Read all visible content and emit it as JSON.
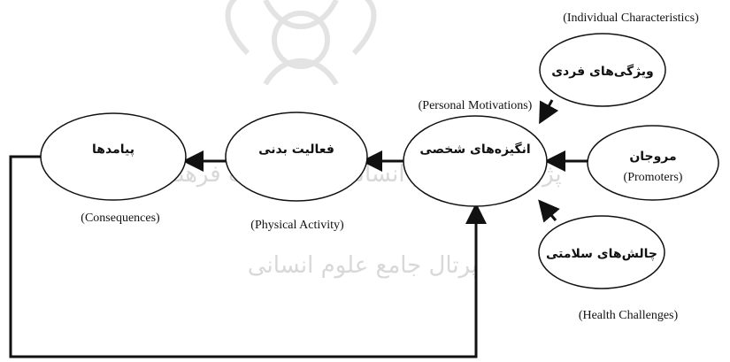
{
  "watermark": {
    "line1": "پژوهشگاه علوم انسانی و مطالعات فرهنگی",
    "line2": "پرتال جامع علوم انسانی"
  },
  "nodes": {
    "individual_characteristics": {
      "fa": "ویژگی‌های فردی",
      "en": "(Individual Characteristics)"
    },
    "personal_motivations": {
      "fa": "انگیزه‌های شخصی",
      "en": "(Personal Motivations)"
    },
    "promoters": {
      "fa": "مروجان",
      "en": "(Promoters)"
    },
    "health_challenges": {
      "fa": "چالش‌های سلامتی",
      "en": "(Health Challenges)"
    },
    "physical_activity": {
      "fa": "فعالیت بدنی",
      "en": "(Physical Activity)"
    },
    "consequences": {
      "fa": "پیامدها",
      "en": "(Consequences)"
    }
  },
  "colors": {
    "stroke": "#111111",
    "watermark": "#d8d8d8",
    "background": "#ffffff"
  }
}
